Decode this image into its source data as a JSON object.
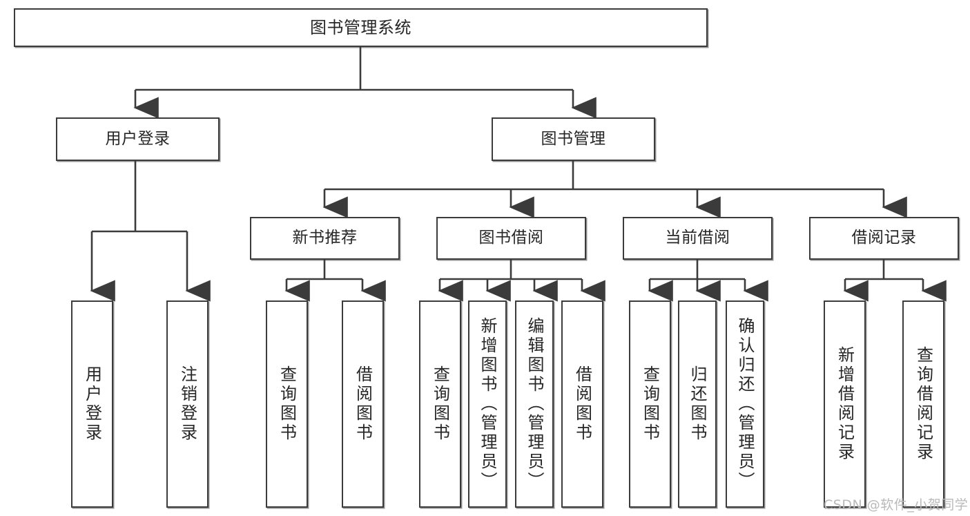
{
  "diagram": {
    "title": "图书管理系统",
    "type": "tree",
    "line_color": "#3b3b3b",
    "box_fill": "#ffffff",
    "text_color": "#262626",
    "watermark": "CSDN @软件_小贺同学",
    "watermark_color": "#b9b9b9"
  },
  "nodes": {
    "root": {
      "label": "图书管理系统",
      "level": 1,
      "orientation": "horizontal"
    },
    "level2": [
      {
        "id": "user-login",
        "label": "用户登录",
        "orientation": "horizontal"
      },
      {
        "id": "book-management",
        "label": "图书管理",
        "orientation": "horizontal"
      }
    ],
    "level3": [
      {
        "id": "new-book-recommend",
        "label": "新书推荐",
        "orientation": "horizontal",
        "parent": "book-management"
      },
      {
        "id": "book-borrow",
        "label": "图书借阅",
        "orientation": "horizontal",
        "parent": "book-management"
      },
      {
        "id": "current-borrow",
        "label": "当前借阅",
        "orientation": "horizontal",
        "parent": "book-management"
      },
      {
        "id": "borrow-record",
        "label": "借阅记录",
        "orientation": "horizontal",
        "parent": "book-management"
      }
    ],
    "leaves": [
      {
        "id": "leaf-user-login",
        "label": "用户登录",
        "orientation": "vertical",
        "parent": "user-login"
      },
      {
        "id": "leaf-logout-login",
        "label": "注销登录",
        "orientation": "vertical",
        "parent": "user-login"
      },
      {
        "id": "leaf-query-book-1",
        "label": "查询图书",
        "orientation": "vertical",
        "parent": "new-book-recommend"
      },
      {
        "id": "leaf-borrow-book-1",
        "label": "借阅图书",
        "orientation": "vertical",
        "parent": "new-book-recommend"
      },
      {
        "id": "leaf-query-book-2",
        "label": "查询图书",
        "orientation": "vertical",
        "parent": "book-borrow"
      },
      {
        "id": "leaf-add-book",
        "label": "新增图书（管理员）",
        "orientation": "vertical",
        "parent": "book-borrow"
      },
      {
        "id": "leaf-edit-book",
        "label": "编辑图书（管理员）",
        "orientation": "vertical",
        "parent": "book-borrow"
      },
      {
        "id": "leaf-borrow-book-2",
        "label": "借阅图书",
        "orientation": "vertical",
        "parent": "book-borrow"
      },
      {
        "id": "leaf-query-book-3",
        "label": "查询图书",
        "orientation": "vertical",
        "parent": "current-borrow"
      },
      {
        "id": "leaf-return-book",
        "label": "归还图书",
        "orientation": "vertical",
        "parent": "current-borrow"
      },
      {
        "id": "leaf-confirm-return",
        "label": "确认归还（管理员）",
        "orientation": "vertical",
        "parent": "current-borrow"
      },
      {
        "id": "leaf-add-record",
        "label": "新增借阅记录",
        "orientation": "vertical",
        "parent": "borrow-record"
      },
      {
        "id": "leaf-query-record",
        "label": "查询借阅记录",
        "orientation": "vertical",
        "parent": "borrow-record"
      }
    ]
  }
}
